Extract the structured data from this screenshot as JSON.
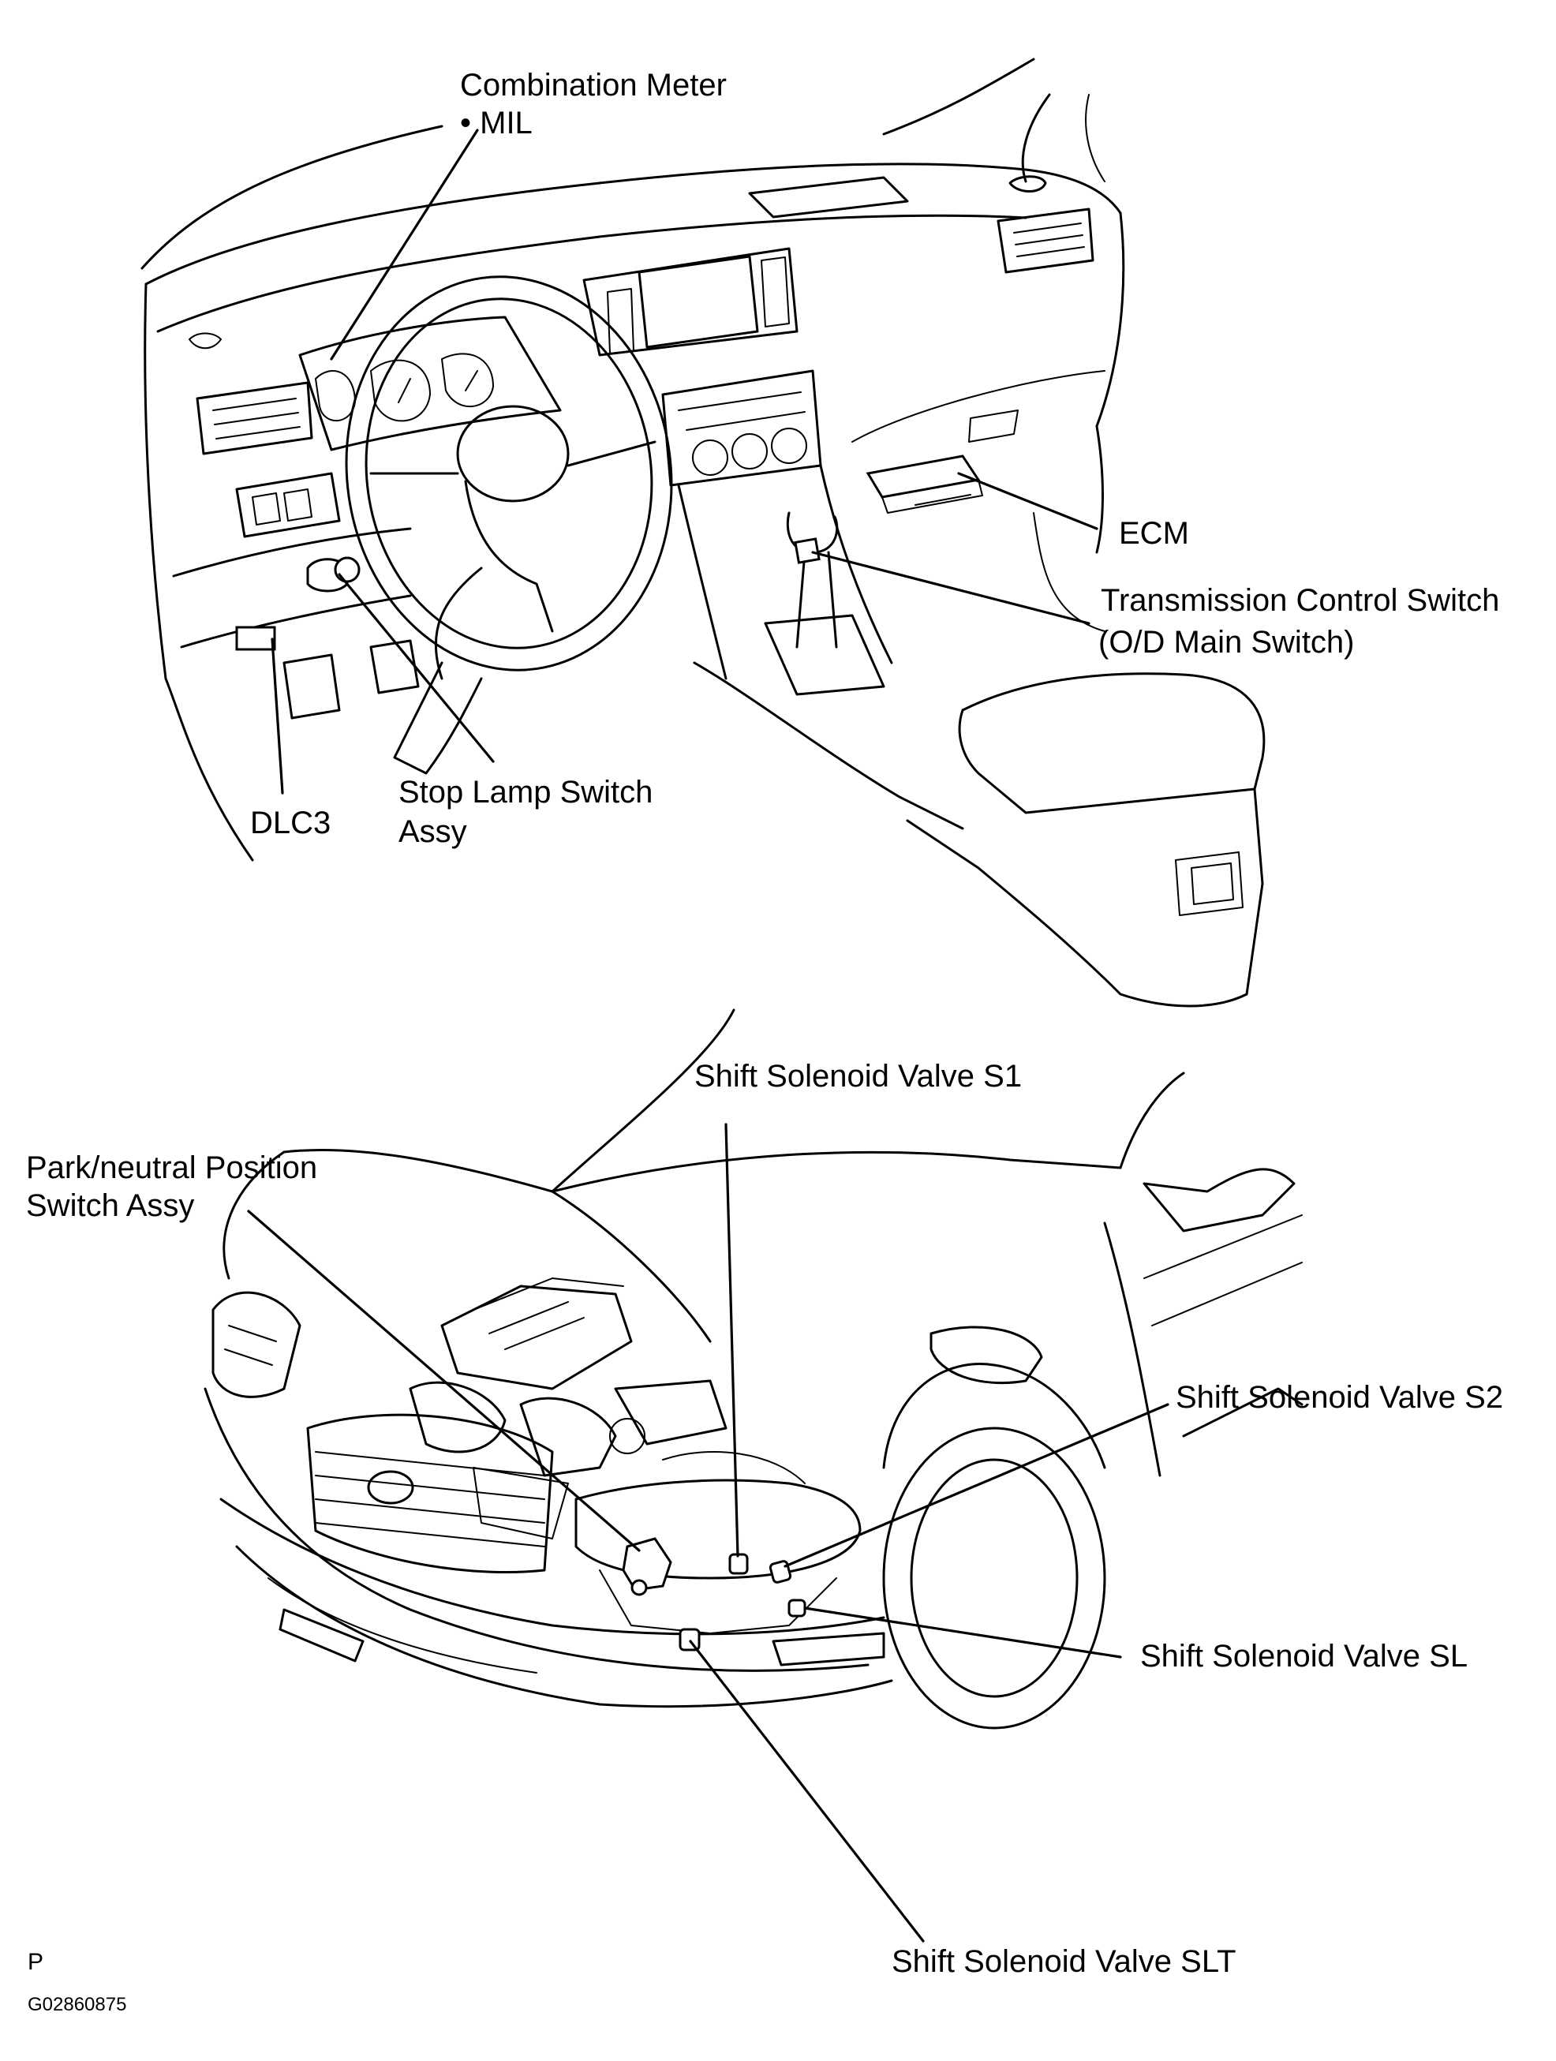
{
  "dashboard_labels": {
    "combination_meter": "Combination Meter",
    "mil": "• MIL",
    "ecm": "ECM",
    "transmission_control_switch": "Transmission Control Switch",
    "od_main_switch": "(O/D Main Switch)",
    "dlc3": "DLC3",
    "stop_lamp_switch": "Stop Lamp Switch",
    "stop_lamp_switch_assy": "Assy"
  },
  "engine_bay_labels": {
    "shift_solenoid_s1": "Shift Solenoid Valve S1",
    "park_neutral_switch": "Park/neutral Position",
    "park_neutral_switch_assy": "Switch Assy",
    "shift_solenoid_s2": "Shift Solenoid Valve S2",
    "shift_solenoid_sl": "Shift Solenoid Valve SL",
    "shift_solenoid_slt": "Shift Solenoid Valve SLT"
  },
  "footer": {
    "page_letter": "P",
    "figure_code": "G02860875"
  }
}
